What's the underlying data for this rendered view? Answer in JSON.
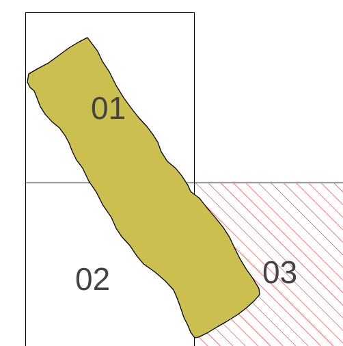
{
  "map": {
    "colors": {
      "background": "#ffffff",
      "grid_line": "#000000",
      "region_fill": "#cbbf4f",
      "region_outline": "#000000",
      "hatch": "#ff0000",
      "label": "#444444"
    },
    "tiles": [
      {
        "label": "01",
        "hatched": false
      },
      {
        "label": "02",
        "hatched": false
      },
      {
        "label": "03",
        "hatched": true
      }
    ]
  }
}
